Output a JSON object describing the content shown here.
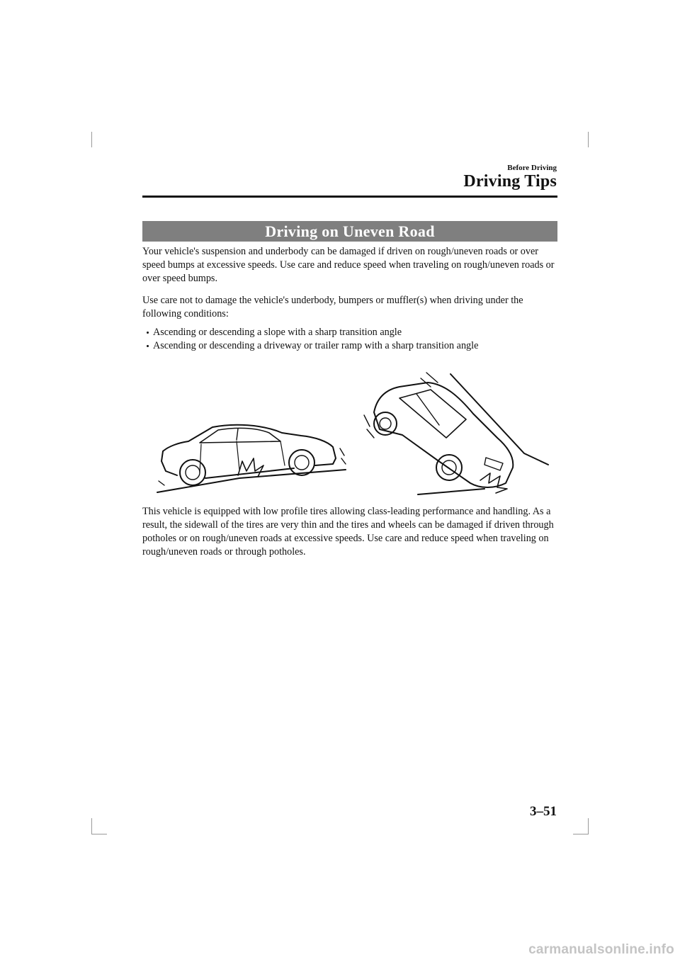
{
  "header": {
    "section_label": "Before Driving",
    "chapter_title": "Driving Tips"
  },
  "section": {
    "heading": "Driving on Uneven Road",
    "intro": "Your vehicle's suspension and underbody can be damaged if driven on rough/uneven roads or over speed bumps at excessive speeds. Use care and reduce speed when traveling on rough/uneven roads or over speed bumps.",
    "conditions_intro": "Use care not to damage the vehicle's underbody, bumpers or muffler(s) when driving under the following conditions:",
    "conditions": [
      "Ascending or descending a slope with a sharp transition angle",
      "Ascending or descending a driveway or trailer ramp with a sharp transition angle"
    ],
    "tires_note": "This vehicle is equipped with low profile tires allowing class-leading performance and handling. As a result, the sidewall of the tires are very thin and the tires and wheels can be damaged if driven through potholes or on rough/uneven roads at excessive speeds. Use care and reduce speed when traveling on rough/uneven roads or through potholes."
  },
  "footer": {
    "page_number": "3–51",
    "watermark": "carmanualsonline.info"
  }
}
